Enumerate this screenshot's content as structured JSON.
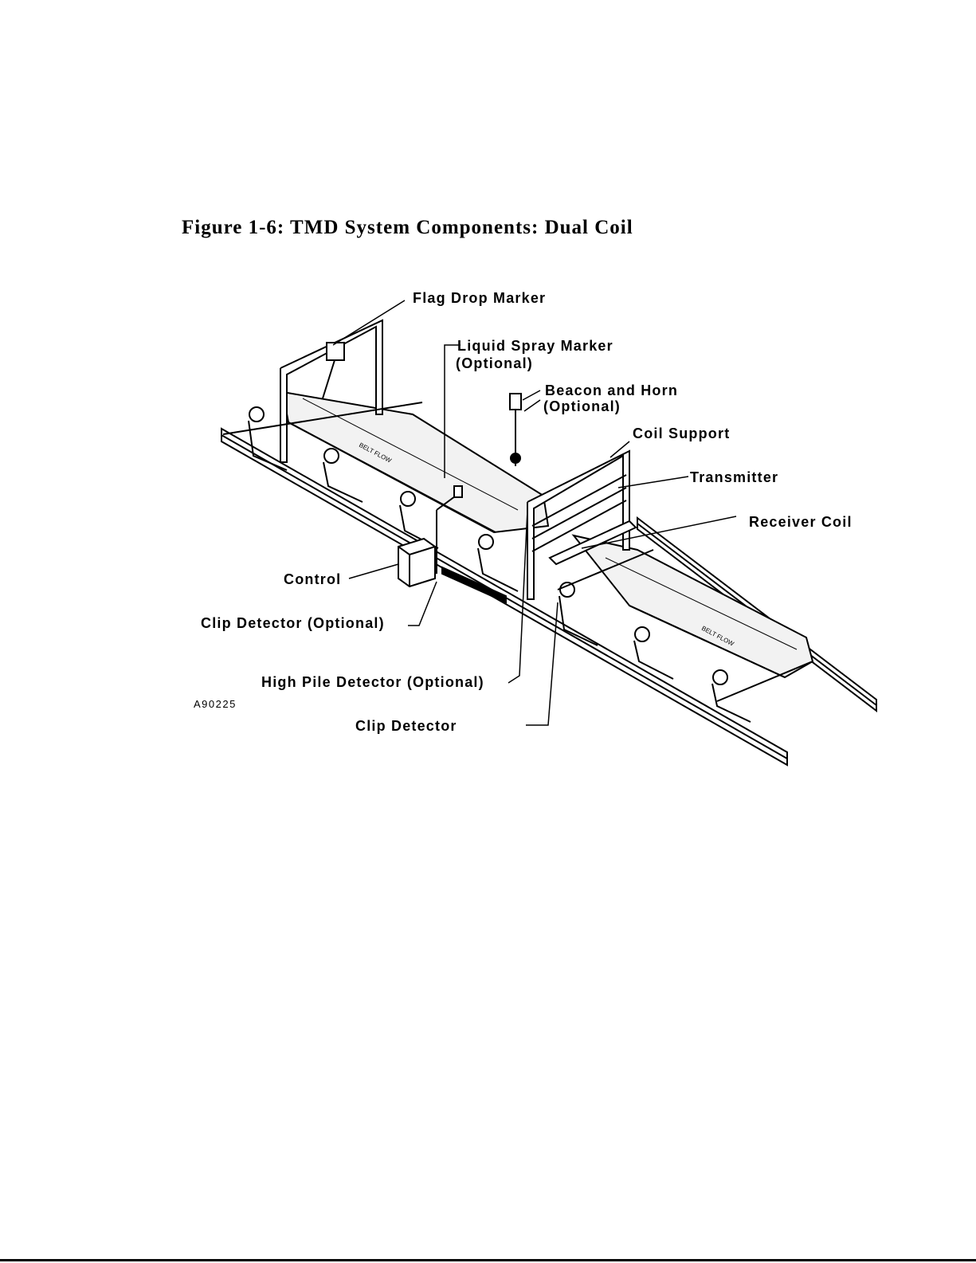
{
  "figure": {
    "title": "Figure 1-6:  TMD System Components:  Dual Coil",
    "figure_code": "A90225"
  },
  "labels": {
    "flag_drop_marker": "Flag Drop Marker",
    "liquid_spray_marker_1": "Liquid Spray Marker",
    "liquid_spray_marker_2": "(Optional)",
    "beacon_and_horn_1": "Beacon and Horn",
    "beacon_and_horn_2": "(Optional)",
    "coil_support": "Coil Support",
    "transmitter": "Transmitter",
    "receiver_coil": "Receiver Coil",
    "control": "Control",
    "clip_detector_optional": "Clip Detector (Optional)",
    "high_pile_detector_optional": "High Pile Detector (Optional)",
    "clip_detector": "Clip Detector"
  },
  "colors": {
    "ink": "#000000",
    "belt_fill": "#f2f2f2",
    "paper": "#ffffff"
  }
}
